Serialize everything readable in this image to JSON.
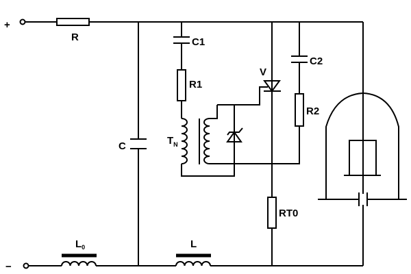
{
  "diagram": {
    "terminals": {
      "plus": "+",
      "minus": "−"
    },
    "labels": {
      "R": "R",
      "C": "C",
      "C1": "C1",
      "R1": "R1",
      "TN": "T",
      "TN_sub": "N",
      "V": "V",
      "C2": "C2",
      "R2": "R2",
      "RT0": "RT0",
      "L0": "L",
      "L0_sub": "0",
      "L": "L"
    }
  }
}
